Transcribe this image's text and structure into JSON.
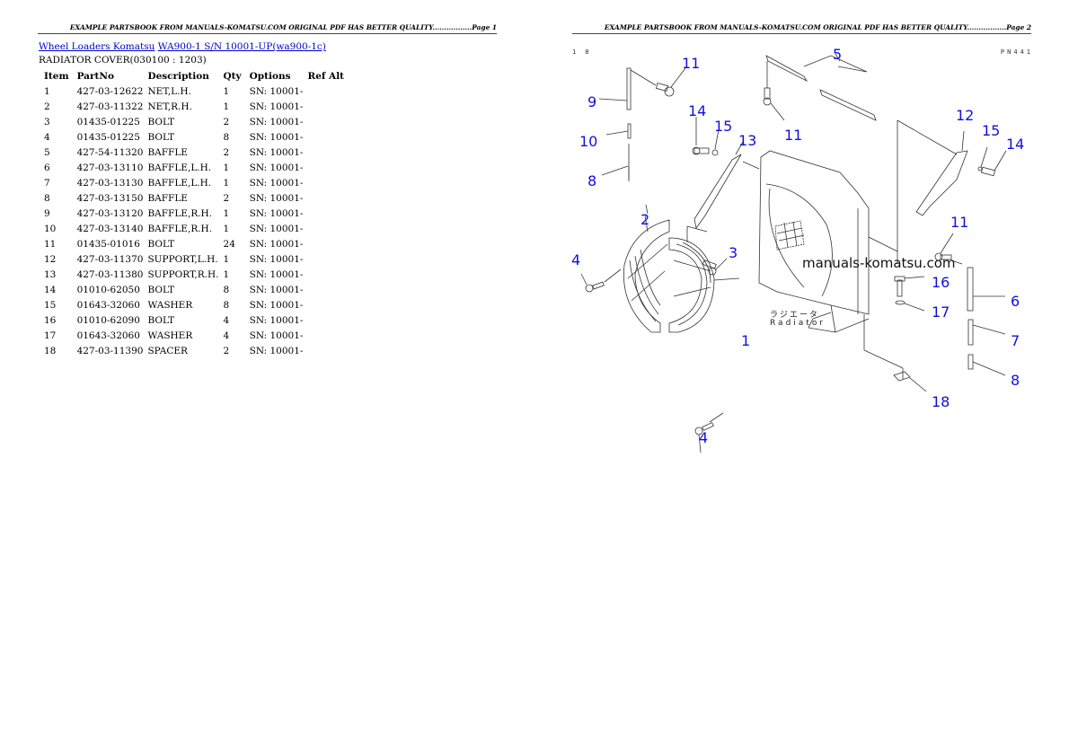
{
  "page1": {
    "header": "EXAMPLE PARTSBOOK FROM MANUALS-KOMATSU.COM ORIGINAL PDF HAS BETTER QUALITY.................Page 1",
    "breadcrumb": [
      {
        "label": "Wheel Loaders Komatsu"
      },
      {
        "label": "WA900-1 S/N 10001-UP(wa900-1c)"
      }
    ],
    "subtitle": "RADIATOR COVER(030100 : 1203)",
    "table": {
      "columns": [
        "Item",
        "PartNo",
        "Description",
        "Qty",
        "Options",
        "Ref Alt"
      ],
      "rows": [
        {
          "item": "1",
          "part": "427-03-12622",
          "desc": "NET,L.H.",
          "qty": "1",
          "opt": "SN: 10001-"
        },
        {
          "item": "2",
          "part": "427-03-11322",
          "desc": "NET,R.H.",
          "qty": "1",
          "opt": "SN: 10001-"
        },
        {
          "item": "3",
          "part": "01435-01225",
          "desc": "BOLT",
          "qty": "2",
          "opt": "SN: 10001-"
        },
        {
          "item": "4",
          "part": "01435-01225",
          "desc": "BOLT",
          "qty": "8",
          "opt": "SN: 10001-"
        },
        {
          "item": "5",
          "part": "427-54-11320",
          "desc": "BAFFLE",
          "qty": "2",
          "opt": "SN: 10001-"
        },
        {
          "item": "6",
          "part": "427-03-13110",
          "desc": "BAFFLE,L.H.",
          "qty": "1",
          "opt": "SN: 10001-"
        },
        {
          "item": "7",
          "part": "427-03-13130",
          "desc": "BAFFLE,L.H.",
          "qty": "1",
          "opt": "SN: 10001-"
        },
        {
          "item": "8",
          "part": "427-03-13150",
          "desc": "BAFFLE",
          "qty": "2",
          "opt": "SN: 10001-"
        },
        {
          "item": "9",
          "part": "427-03-13120",
          "desc": "BAFFLE,R.H.",
          "qty": "1",
          "opt": "SN: 10001-"
        },
        {
          "item": "10",
          "part": "427-03-13140",
          "desc": "BAFFLE,R.H.",
          "qty": "1",
          "opt": "SN: 10001-"
        },
        {
          "item": "11",
          "part": "01435-01016",
          "desc": "BOLT",
          "qty": "24",
          "opt": "SN: 10001-"
        },
        {
          "item": "12",
          "part": "427-03-11370",
          "desc": "SUPPORT,L.H.",
          "qty": "1",
          "opt": "SN: 10001-"
        },
        {
          "item": "13",
          "part": "427-03-11380",
          "desc": "SUPPORT,R.H.",
          "qty": "1",
          "opt": "SN: 10001-"
        },
        {
          "item": "14",
          "part": "01010-62050",
          "desc": "BOLT",
          "qty": "8",
          "opt": "SN: 10001-"
        },
        {
          "item": "15",
          "part": "01643-32060",
          "desc": "WASHER",
          "qty": "8",
          "opt": "SN: 10001-"
        },
        {
          "item": "16",
          "part": "01010-62090",
          "desc": "BOLT",
          "qty": "4",
          "opt": "SN: 10001-"
        },
        {
          "item": "17",
          "part": "01643-32060",
          "desc": "WASHER",
          "qty": "4",
          "opt": "SN: 10001-"
        },
        {
          "item": "18",
          "part": "427-03-11390",
          "desc": "SPACER",
          "qty": "2",
          "opt": "SN: 10001-"
        }
      ]
    }
  },
  "page2": {
    "header": "EXAMPLE PARTSBOOK FROM MANUALS-KOMATSU.COM ORIGINAL PDF HAS BETTER QUALITY.................Page 2",
    "corner_left": "1 8",
    "corner_right": "PN441",
    "watermark": "manuals-komatsu.com",
    "label_jp": "ラジエータ",
    "label_en": "Radiator",
    "callouts": [
      {
        "n": "11"
      },
      {
        "n": "9"
      },
      {
        "n": "10"
      },
      {
        "n": "8"
      },
      {
        "n": "14"
      },
      {
        "n": "15"
      },
      {
        "n": "13"
      },
      {
        "n": "5"
      },
      {
        "n": "11"
      },
      {
        "n": "12"
      },
      {
        "n": "15"
      },
      {
        "n": "14"
      },
      {
        "n": "2"
      },
      {
        "n": "4"
      },
      {
        "n": "3"
      },
      {
        "n": "11"
      },
      {
        "n": "16"
      },
      {
        "n": "6"
      },
      {
        "n": "17"
      },
      {
        "n": "1"
      },
      {
        "n": "7"
      },
      {
        "n": "8"
      },
      {
        "n": "18"
      },
      {
        "n": "4"
      }
    ]
  }
}
